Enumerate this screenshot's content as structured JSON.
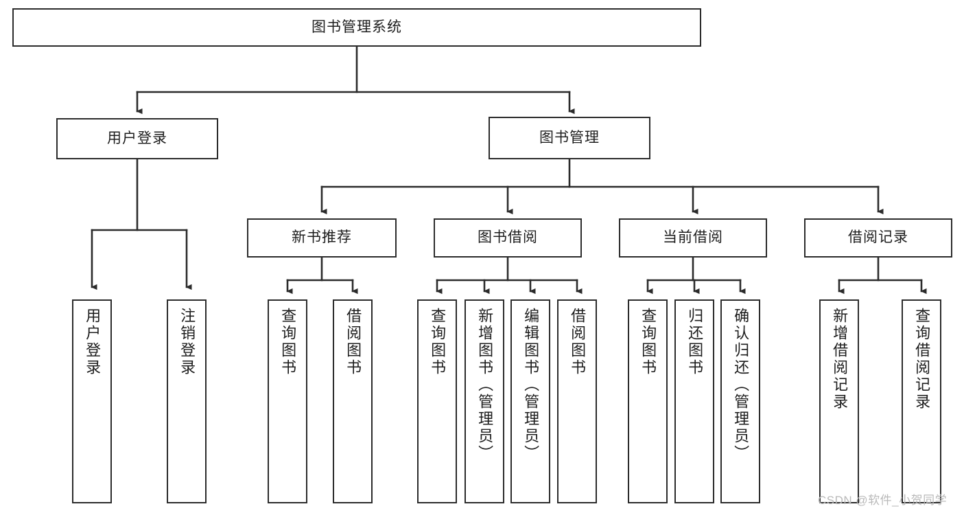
{
  "diagram": {
    "title": "图书管理系统",
    "type": "tree-hierarchy-chart",
    "colors": {
      "box_border": "#2b2b2b",
      "box_fill": "#ffffff",
      "connector": "#2b2b2b",
      "text": "#1d1d1d",
      "watermark": "#b9b9b9",
      "canvas": "#ffffff"
    },
    "root": {
      "label": "图书管理系统"
    },
    "level2": [
      {
        "label": "用户登录"
      },
      {
        "label": "图书管理"
      }
    ],
    "level3": [
      {
        "label": "新书推荐"
      },
      {
        "label": "图书借阅"
      },
      {
        "label": "当前借阅"
      },
      {
        "label": "借阅记录"
      }
    ],
    "leaves": {
      "user_login": [
        {
          "label": "用户登录"
        },
        {
          "label": "注销登录"
        }
      ],
      "new_book_recommend": [
        {
          "label": "查询图书"
        },
        {
          "label": "借阅图书"
        }
      ],
      "book_borrow": [
        {
          "label": "查询图书"
        },
        {
          "label": "新增图书（管理员）"
        },
        {
          "label": "编辑图书（管理员）"
        },
        {
          "label": "借阅图书"
        }
      ],
      "current_borrow": [
        {
          "label": "查询图书"
        },
        {
          "label": "归还图书"
        },
        {
          "label": "确认归还（管理员）"
        }
      ],
      "borrow_record": [
        {
          "label": "新增借阅记录"
        },
        {
          "label": "查询借阅记录"
        }
      ]
    },
    "watermark": "CSDN @软件_小贺同学"
  }
}
